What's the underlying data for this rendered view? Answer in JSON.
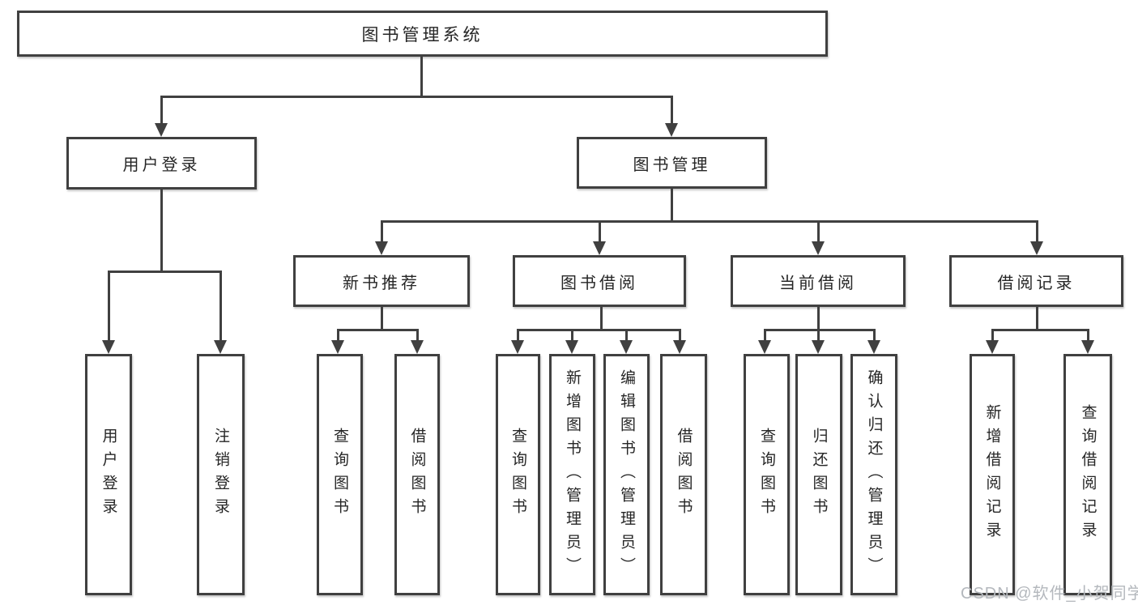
{
  "colors": {
    "line": "#404040",
    "text": "#262626",
    "background": "#ffffff",
    "watermark": "#b4b8bd"
  },
  "watermark": {
    "text": "CSDN @软件_小贺同学"
  },
  "tree": {
    "label": "图书管理系统",
    "children": [
      {
        "label": "用户登录",
        "children": [
          {
            "label": "用户登录"
          },
          {
            "label": "注销登录"
          }
        ]
      },
      {
        "label": "图书管理",
        "children": [
          {
            "label": "新书推荐",
            "children": [
              {
                "label": "查询图书"
              },
              {
                "label": "借阅图书"
              }
            ]
          },
          {
            "label": "图书借阅",
            "children": [
              {
                "label": "查询图书"
              },
              {
                "label": "新增图书（管理员）"
              },
              {
                "label": "编辑图书（管理员）"
              },
              {
                "label": "借阅图书"
              }
            ]
          },
          {
            "label": "当前借阅",
            "children": [
              {
                "label": "查询图书"
              },
              {
                "label": "归还图书"
              },
              {
                "label": "确认归还（管理员）"
              }
            ]
          },
          {
            "label": "借阅记录",
            "children": [
              {
                "label": "新增借阅记录"
              },
              {
                "label": "查询借阅记录"
              }
            ]
          }
        ]
      }
    ]
  }
}
